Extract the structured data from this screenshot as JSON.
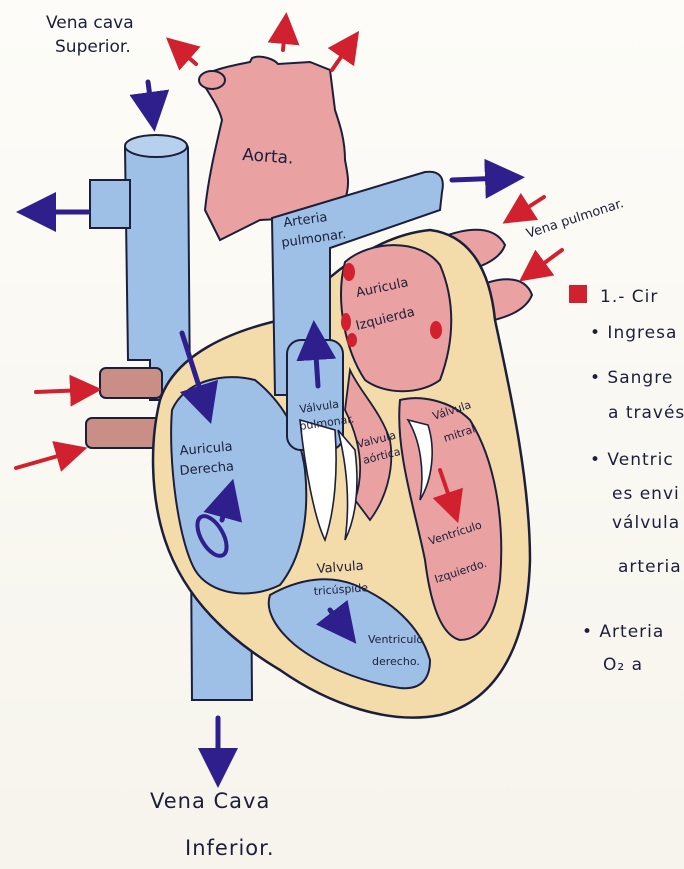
{
  "labels": {
    "vena_cava_superior_l1": "Vena cava",
    "vena_cava_superior_l2": "Superior.",
    "aorta": "Aorta.",
    "arteria_pulmonar_l1": "Arteria",
    "arteria_pulmonar_l2": "pulmonar.",
    "vena_pulmonar": "Vena pulmonar.",
    "auricula_izquierda_l1": "Auricula",
    "auricula_izquierda_l2": "Izquierda",
    "auricula_derecha_l1": "Auricula",
    "auricula_derecha_l2": "Derecha",
    "valvula_pulmonar_l1": "Válvula",
    "valvula_pulmonar_l2": "pulmonar.",
    "valvula_aortica_l1": "Valvula",
    "valvula_aortica_l2": "aórtica.",
    "valvula_mitral_l1": "Válvula",
    "valvula_mitral_l2": "mitral",
    "valvula_tricuspide_l1": "Valvula",
    "valvula_tricuspide_l2": "tricúspide",
    "ventriculo_izquierdo_l1": "Ventrículo",
    "ventriculo_izquierdo_l2": "Izquierdo.",
    "ventriculo_derecho_l1": "Ventriculo",
    "ventriculo_derecho_l2": "derecho.",
    "vena_cava_inferior_l1": "Vena Cava",
    "vena_cava_inferior_l2": "Inferior."
  },
  "notes": {
    "heading": "1.- Cir",
    "line1": "• Ingresa",
    "line2": "• Sangre",
    "line3": "a través",
    "line4": "• Ventric",
    "line5": "es envi",
    "line6": "válvula",
    "line7": "arteria",
    "line8": "• Arteria",
    "line9": "O₂   a"
  },
  "colors": {
    "oxygen_poor": "#9ec0e6",
    "oxygen_rich": "#e9a1a1",
    "muscle": "#f3dcaa",
    "arrow_blue": "#2e1f8c",
    "arrow_red": "#d1202e",
    "ink": "#1c1f3a"
  }
}
